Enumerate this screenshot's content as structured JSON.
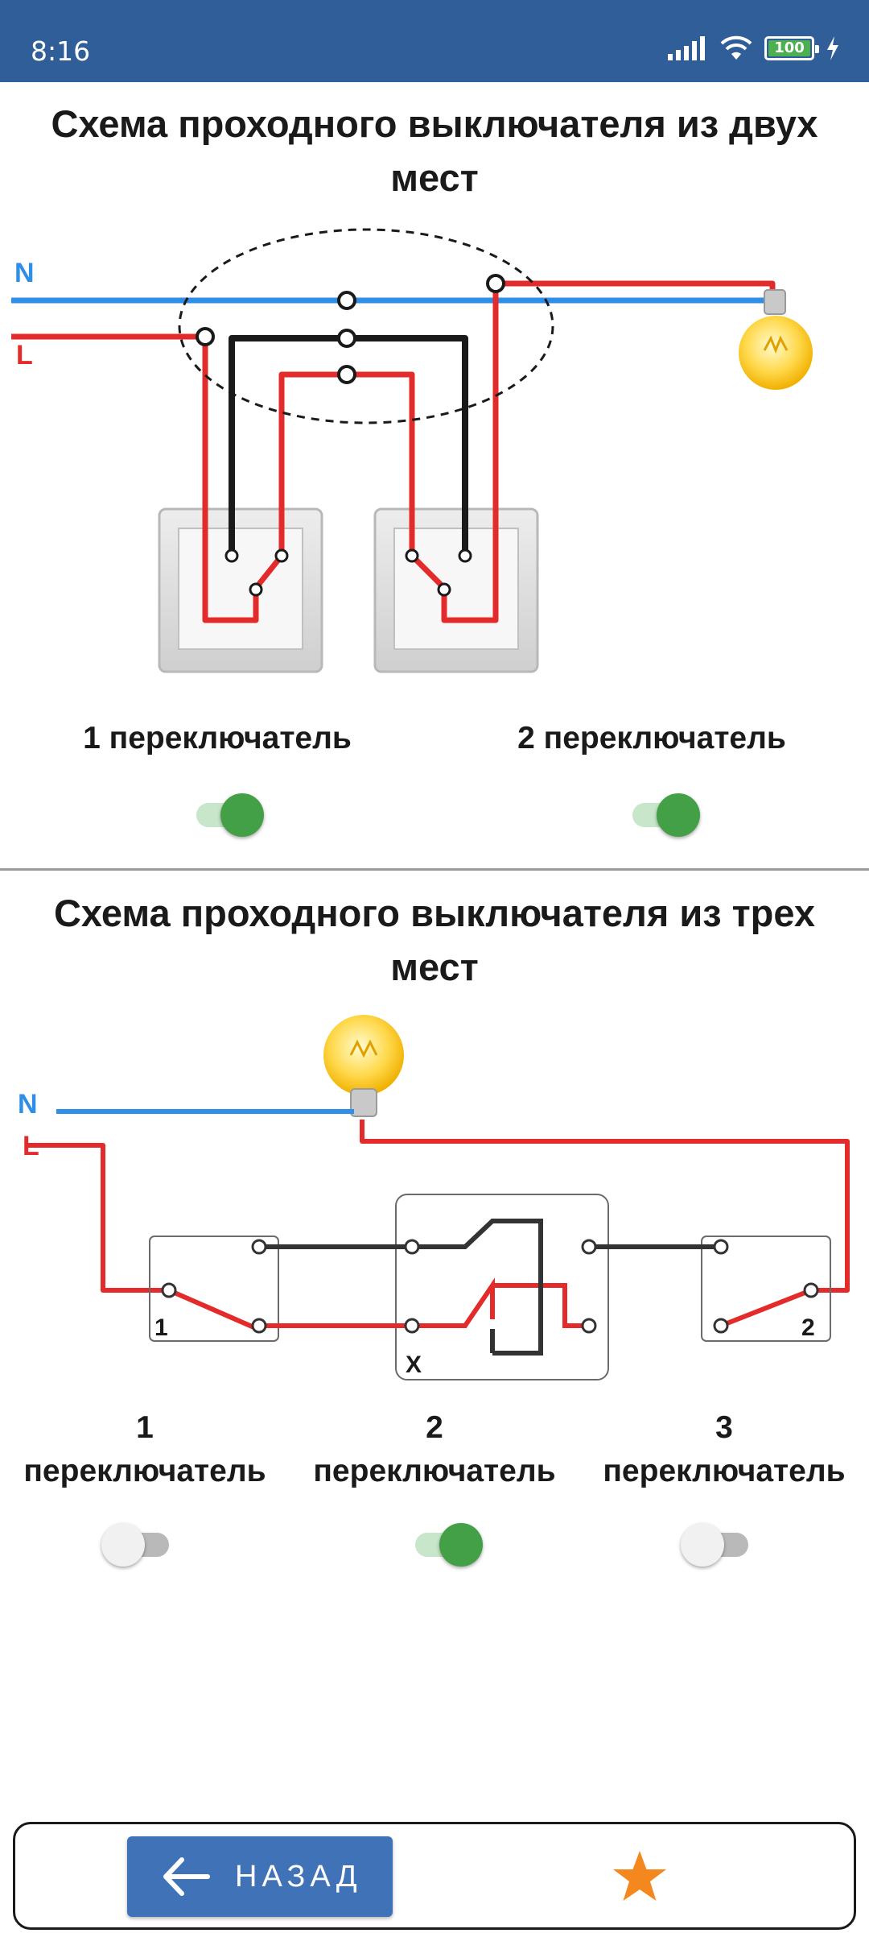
{
  "status_bar": {
    "time": "8:16",
    "battery_level": "100"
  },
  "scheme_two": {
    "title": "Схема проходного выключателя из двух мест",
    "label_n": "N",
    "label_l": "L",
    "switches": [
      {
        "label": "1 переключатель",
        "state": "on"
      },
      {
        "label": "2 переключатель",
        "state": "on"
      }
    ]
  },
  "scheme_three": {
    "title": "Схема проходного выключателя из трех мест",
    "label_n": "N",
    "label_l": "L",
    "switch_num_left": "1",
    "switch_num_center": "X",
    "switch_num_right": "2",
    "switches": [
      {
        "number": "1",
        "word": "переключатель",
        "state": "off"
      },
      {
        "number": "2",
        "word": "переключатель",
        "state": "on"
      },
      {
        "number": "3",
        "word": "переключатель",
        "state": "off"
      }
    ]
  },
  "bottom_bar": {
    "back_label": "НАЗАД"
  },
  "colors": {
    "status_bar": "#2f5e98",
    "wire_phase": "#e32b2b",
    "wire_neutral": "#2f8ee6",
    "toggle_on": "#43a047",
    "button": "#3f72b6",
    "star": "#f5871f"
  }
}
